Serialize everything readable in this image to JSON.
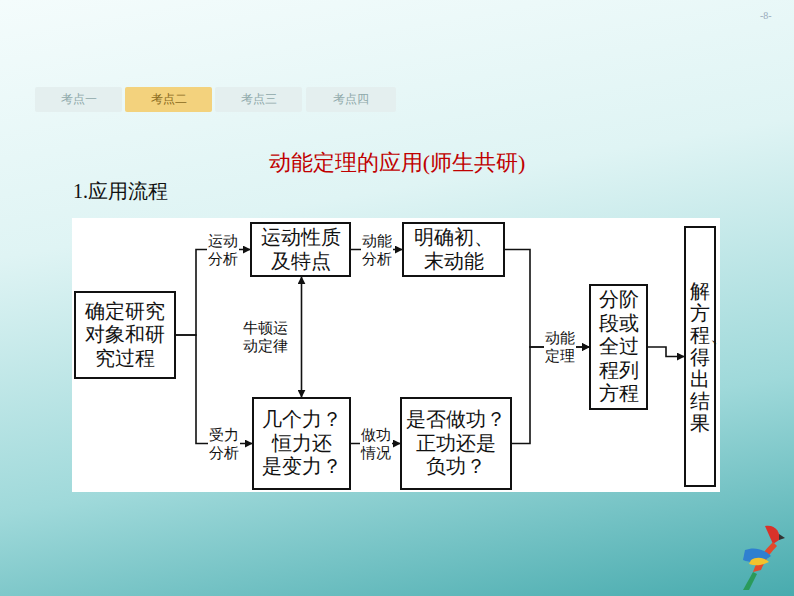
{
  "diagram": {
    "title": "动能定理的应用(师生共研)",
    "nodes": [
      {
        "text": [
          "考点一"
        ]
      },
      {
        "text": [
          "考点二"
        ]
      },
      {
        "text": [
          "考点三"
        ]
      },
      {
        "text": [
          "考点四"
        ]
      },
      {
        "text": [
          "确定研究 对象和研 究过程"
        ]
      },
      {
        "text": [
          "运动性质 及特点"
        ]
      },
      {
        "text": [
          "明确初、 末动能"
        ]
      },
      {
        "text": [
          "几个力？ 恒力还 是变力？"
        ]
      },
      {
        "text": [
          "是否做功？ 正功还是 负功？"
        ]
      },
      {
        "text": [
          "分阶 段或 全过 程列 方程"
        ]
      },
      {
        "text": [
          "解方程、得出结果"
        ]
      }
    ],
    "edges": [
      {
        "from": 4,
        "to": 5,
        "label": "运动 分析",
        "arrow": "to"
      },
      {
        "from": 4,
        "to": 7,
        "label": "受力 分析",
        "arrow": "to"
      },
      {
        "from": 5,
        "to": 7,
        "label": "牛顿运 动定律",
        "arrow": "both"
      },
      {
        "from": 5,
        "to": 6,
        "label": "动能 分析",
        "arrow": "to"
      },
      {
        "from": 7,
        "to": 8,
        "label": "做功 情况",
        "arrow": "to"
      },
      {
        "from": 6,
        "to": 9,
        "label": "动能 定理",
        "arrow": "to"
      },
      {
        "from": 8,
        "to": 9,
        "arrow": "to"
      },
      {
        "from": 9,
        "to": 10,
        "arrow": "to"
      }
    ],
    "labels": [
      "-8-",
      "1.应用流程"
    ]
  }
}
